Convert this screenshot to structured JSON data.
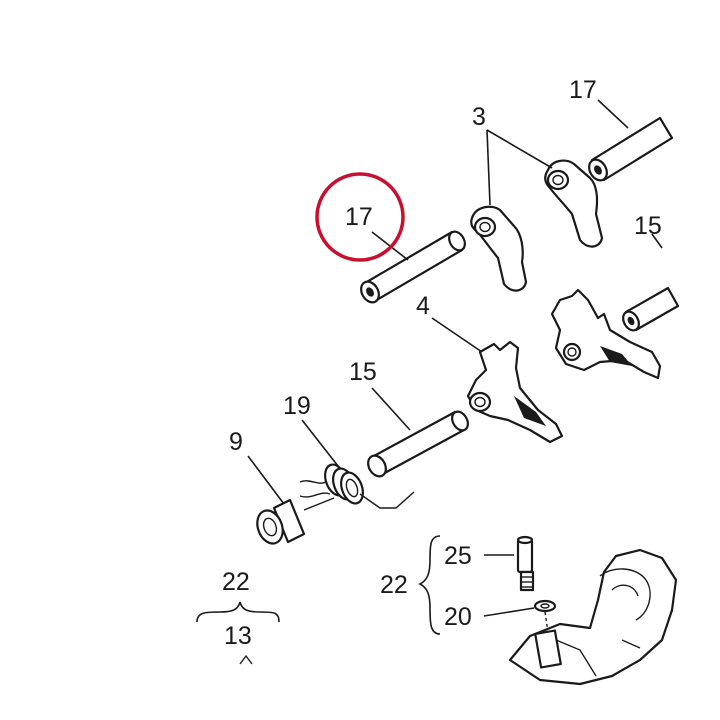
{
  "callouts": {
    "shaft_top_right": "17",
    "fork_pair": "3",
    "shaft_highlighted": "17",
    "shaft_right_edge": "15",
    "fork_middle": "4",
    "shaft_lower": "15",
    "spring": "19",
    "bushing": "9",
    "group_left_top": "22",
    "group_left_bottom": "13",
    "group_right": "22",
    "fitting": "25",
    "washer": "20"
  },
  "colors": {
    "highlight_ring": "#c8102e",
    "line_art": "#1a1a1a",
    "background": "#ffffff"
  }
}
